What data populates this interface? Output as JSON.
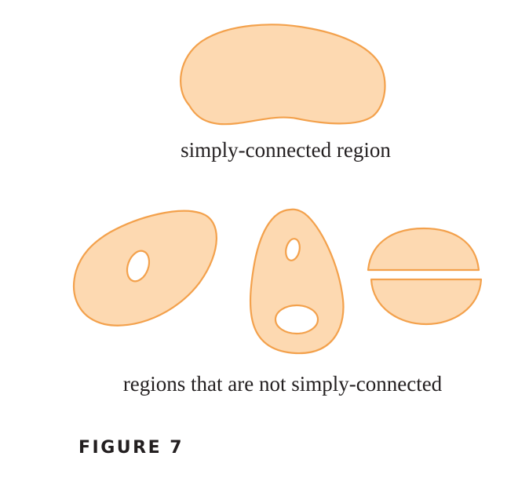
{
  "figure": {
    "label": "FIGURE 7",
    "fill_color": "#fdd9b1",
    "stroke_color": "#f3a14c",
    "hole_color": "#ffffff",
    "text_color": "#231f20"
  },
  "captions": {
    "simply_connected": "simply-connected region",
    "not_simply_connected": "regions that are not simply-connected"
  },
  "regions": [
    {
      "name": "bean",
      "connectivity": "simply-connected",
      "holes": 0
    },
    {
      "name": "oval-with-hole",
      "connectivity": "not simply-connected",
      "holes": 1
    },
    {
      "name": "egg-with-two-holes",
      "connectivity": "not simply-connected",
      "holes": 2
    },
    {
      "name": "split-disk",
      "connectivity": "not simply-connected",
      "pieces": 2
    }
  ]
}
